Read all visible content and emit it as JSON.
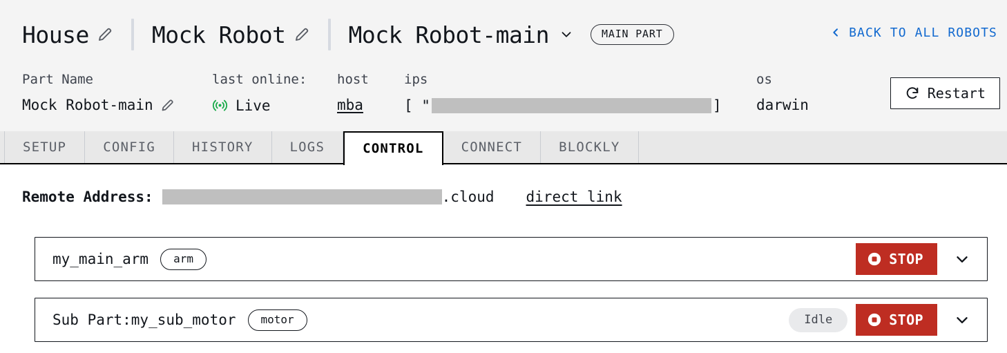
{
  "header": {
    "breadcrumb": [
      {
        "label": "House",
        "editable": true,
        "icon": "pencil-icon"
      },
      {
        "label": "Mock Robot",
        "editable": true,
        "icon": "pencil-icon"
      },
      {
        "label": "Mock Robot-main",
        "editable": false,
        "icon": "chevron-down-icon"
      }
    ],
    "main_part_badge": "MAIN PART",
    "back_link": {
      "label": "BACK TO ALL ROBOTS",
      "icon": "chevron-left-icon",
      "color": "#1169cf"
    }
  },
  "meta": {
    "part_name": {
      "label": "Part Name",
      "value": "Mock Robot-main",
      "icon": "pencil-icon"
    },
    "last_online": {
      "label": "last online:",
      "value": "Live",
      "icon": "live-broadcast-icon",
      "color": "#1aab4a"
    },
    "host": {
      "label": "host",
      "value": "mba"
    },
    "ips": {
      "label": "ips",
      "open_bracket": "[ \"",
      "value_redacted": true,
      "close_bracket": "]"
    },
    "os": {
      "label": "os",
      "value": "darwin"
    },
    "restart_button": {
      "label": "Restart",
      "icon": "refresh-icon"
    }
  },
  "tabs": [
    {
      "label": "SETUP",
      "active": false
    },
    {
      "label": "CONFIG",
      "active": false
    },
    {
      "label": "HISTORY",
      "active": false
    },
    {
      "label": "LOGS",
      "active": false
    },
    {
      "label": "CONTROL",
      "active": true
    },
    {
      "label": "CONNECT",
      "active": false
    },
    {
      "label": "BLOCKLY",
      "active": false
    }
  ],
  "content": {
    "remote_address": {
      "label": "Remote Address:",
      "value_redacted": true,
      "suffix": ".cloud",
      "direct_link_label": "direct link"
    },
    "parts": [
      {
        "title": "my_main_arm",
        "type_badge": "arm",
        "status_badge": null,
        "stop_label": "STOP",
        "stop_color": "#be2d22",
        "expand_icon": "chevron-down-icon"
      },
      {
        "title": "Sub Part:my_sub_motor",
        "type_badge": "motor",
        "status_badge": "Idle",
        "stop_label": "STOP",
        "stop_color": "#be2d22",
        "expand_icon": "chevron-down-icon"
      }
    ]
  }
}
